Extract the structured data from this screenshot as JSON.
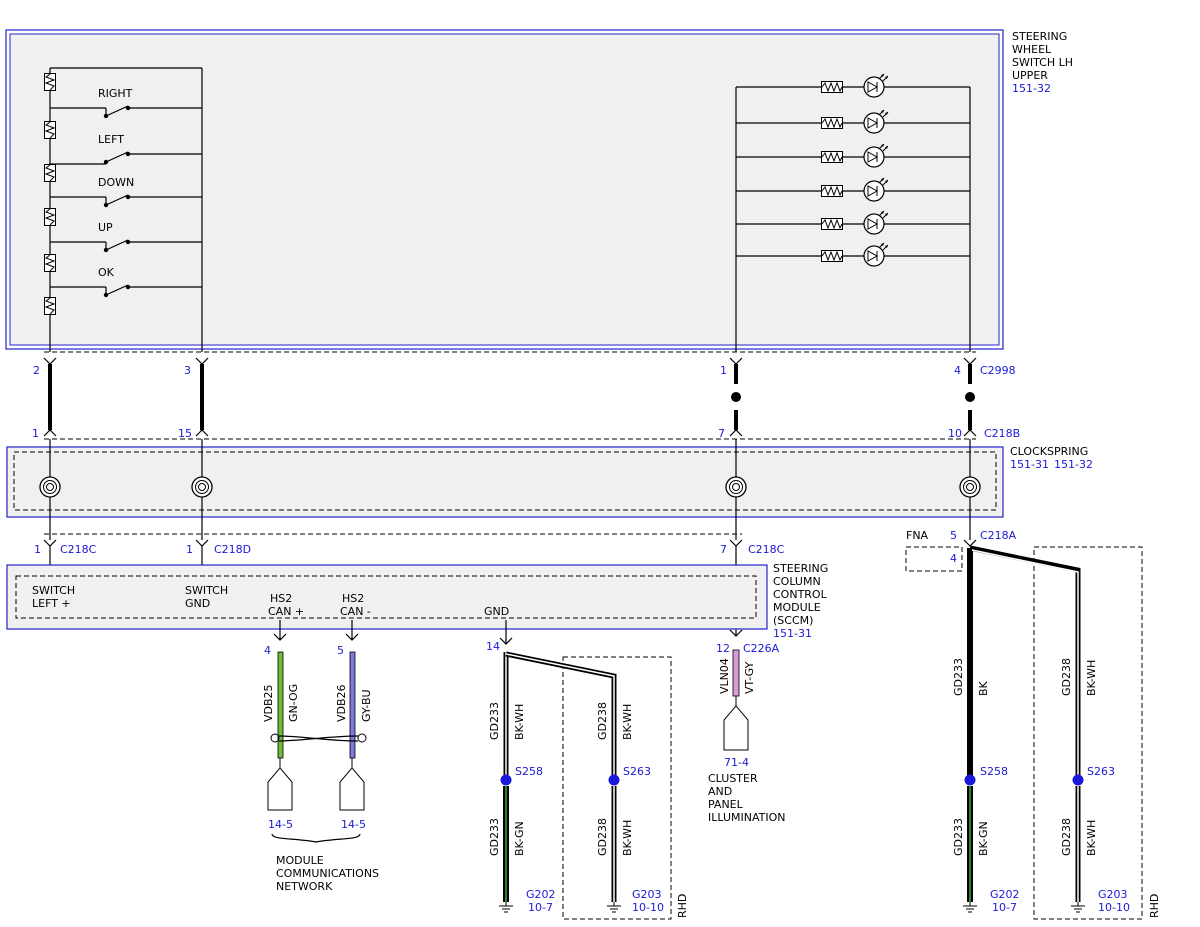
{
  "components": {
    "steering_wheel_switch": {
      "title_lines": [
        "STEERING",
        "WHEEL",
        "SWITCH LH",
        "UPPER"
      ],
      "ref": "151-32"
    },
    "clockspring": {
      "title": "CLOCKSPRING",
      "refs": [
        "151-31",
        "151-32"
      ]
    },
    "sccm": {
      "title_lines": [
        "STEERING",
        "COLUMN",
        "CONTROL",
        "MODULE",
        "(SCCM)"
      ],
      "ref": "151-31"
    }
  },
  "switches": [
    "RIGHT",
    "LEFT",
    "DOWN",
    "UP",
    "OK"
  ],
  "connectors": {
    "c2998": "C2998",
    "c218b": "C218B",
    "c218c": "C218C",
    "c218d": "C218D",
    "c218a": "C218A",
    "c226a": "C226A"
  },
  "pins": {
    "c2998": [
      "2",
      "3",
      "1",
      "4"
    ],
    "c218b": [
      "1",
      "15",
      "7",
      "10"
    ],
    "c218c_left": "1",
    "c218d": "1",
    "c218c_right": "7",
    "c218a": "5",
    "fna_pin": "4",
    "sccm_can_plus": "4",
    "sccm_can_minus": "5",
    "sccm_gnd": "14",
    "c226a": "12"
  },
  "sccm_pins": {
    "switch_left_lines": [
      "SWITCH",
      "LEFT +"
    ],
    "switch_gnd_lines": [
      "SWITCH",
      "GND"
    ],
    "hs2_plus_lines": [
      "HS2",
      "CAN +"
    ],
    "hs2_minus_lines": [
      "HS2",
      "CAN -"
    ],
    "gnd": "GND"
  },
  "fna": "FNA",
  "rhd": "RHD",
  "circuits": {
    "vdb25": {
      "id": "VDB25",
      "color": "GN-OG"
    },
    "vdb26": {
      "id": "VDB26",
      "color": "GY-BU"
    },
    "vln04": {
      "id": "VLN04",
      "color": "VT-GY"
    },
    "gd233_upper": {
      "id": "GD233",
      "color": "BK-WH"
    },
    "gd238_upper": {
      "id": "GD238",
      "color": "BK-WH"
    },
    "gd233_lower": {
      "id": "GD233",
      "color": "BK-GN"
    },
    "gd238_lower": {
      "id": "GD238",
      "color": "BK-WH"
    },
    "gd233_right_upper": {
      "id": "GD233",
      "color": "BK"
    },
    "gd238_right_upper": {
      "id": "GD238",
      "color": "BK-WH"
    },
    "gd233_right_lower": {
      "id": "GD233",
      "color": "BK-GN"
    },
    "gd238_right_lower": {
      "id": "GD238",
      "color": "BK-WH"
    }
  },
  "splices": {
    "s258": "S258",
    "s263": "S263"
  },
  "grounds": {
    "g202": {
      "id": "G202",
      "ref": "10-7"
    },
    "g203": {
      "id": "G203",
      "ref": "10-10"
    }
  },
  "references": {
    "can_plus": "14-5",
    "can_minus": "14-5",
    "illumination": "71-4"
  },
  "notes": {
    "network_lines": [
      "MODULE",
      "COMMUNICATIONS",
      "NETWORK"
    ],
    "illumination_lines": [
      "CLUSTER",
      "AND",
      "PANEL",
      "ILLUMINATION"
    ]
  },
  "colors": {
    "border_blue": "#2222cc",
    "ref_blue": "#1a1ad6",
    "box_fill": "#f0f0f0",
    "gn_og": "#6abf3a",
    "gy_bu": "#7a7ae0",
    "vt_gy": "#d89ad8",
    "bk_gn": "#2e7d32"
  }
}
